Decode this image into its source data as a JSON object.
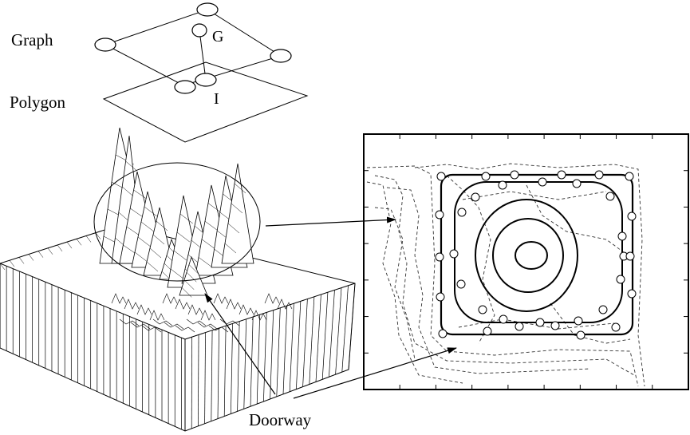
{
  "labels": {
    "graph": "Graph",
    "polygon": "Polygon",
    "g": "G",
    "i": "I",
    "doorway": "Doorway"
  },
  "colors": {
    "ink": "#000000",
    "background": "#ffffff"
  }
}
